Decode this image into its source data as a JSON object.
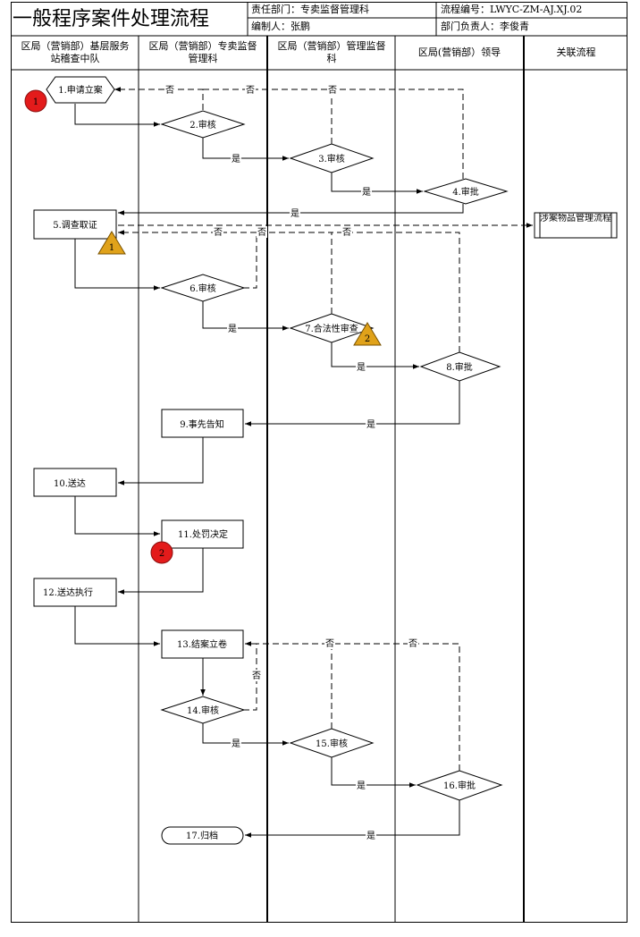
{
  "header": {
    "title": "一般程序案件处理流程",
    "dept_label": "责任部门：",
    "dept_value": "专卖监督管理科",
    "code_label": "流程编号：",
    "code_value": "LWYC-ZM-AJ.XJ.02",
    "editor_label": "编制人：",
    "editor_value": "张鹏",
    "owner_label": "部门负责人：",
    "owner_value": "李俊青"
  },
  "lanes": [
    "区局（营销部）基层服务站稽查中队",
    "区局（营销部）专卖监督管理科",
    "区局（营销部）管理监督科",
    "区局(营销部）领导",
    "关联流程"
  ],
  "nodes": {
    "n1": "1.申请立案",
    "n2": "2.审核",
    "n3": "3.审核",
    "n4": "4.审批",
    "n5": "5.调查取证",
    "n6": "6.审核",
    "n7": "7.合法性审查",
    "n8": "8.审批",
    "n9": "9.事先告知",
    "n10": "10.送达",
    "n11": "11.处罚决定",
    "n12": "12.送达执行",
    "n13": "13.结案立卷",
    "n14": "14.审核",
    "n15": "15.审核",
    "n16": "16.审批",
    "n17": "17.归档",
    "related": "涉案物品管理流程"
  },
  "labels": {
    "yes": "是",
    "no": "否"
  },
  "markers": {
    "red1": "1",
    "red2": "2",
    "tri1": "1",
    "tri2": "2"
  },
  "colors": {
    "line": "#000000",
    "risk_red": "#e31b1b",
    "risk_amber": "#e0a21a"
  }
}
